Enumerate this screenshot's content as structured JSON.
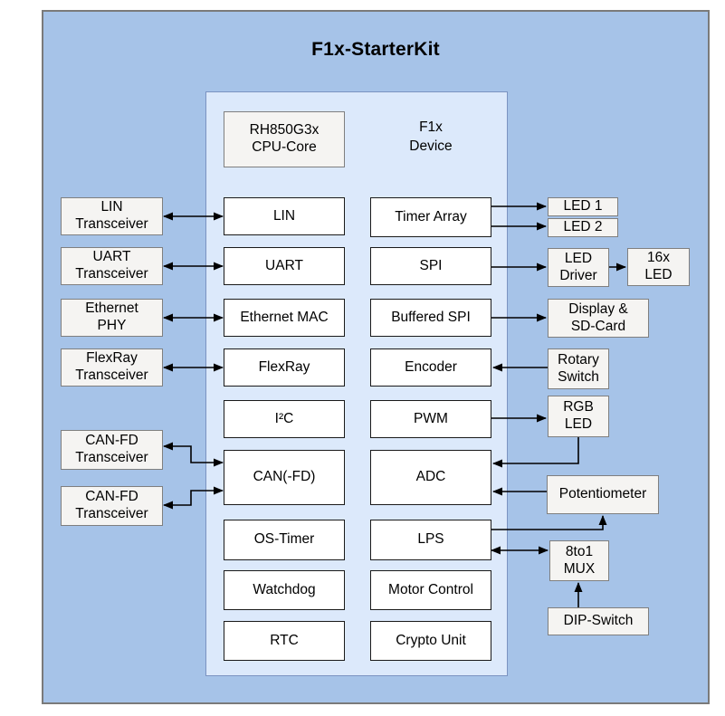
{
  "diagram": {
    "title": "F1x-StarterKit",
    "cpu_header": "RH850G3x\nCPU-Core",
    "device_header": "F1x\nDevice"
  },
  "colors": {
    "board-fill": "#a6c3e8",
    "board-border": "#7a7a7a",
    "panel-fill": "#dce9fb",
    "panel-border": "#7b93c1",
    "module-fill": "#ffffff",
    "module-border": "#1a1a1a",
    "peripheral-fill": "#f5f4f2",
    "peripheral-border": "#7f7f7f",
    "arrow-color": "#000000"
  },
  "cpu_modules": [
    {
      "label": "LIN"
    },
    {
      "label": "UART"
    },
    {
      "label": "Ethernet MAC"
    },
    {
      "label": "FlexRay"
    },
    {
      "label": "I²C"
    },
    {
      "label": "CAN(-FD)"
    },
    {
      "label": "OS-Timer"
    },
    {
      "label": "Watchdog"
    },
    {
      "label": "RTC"
    }
  ],
  "device_modules": [
    {
      "label": "Timer Array"
    },
    {
      "label": "SPI"
    },
    {
      "label": "Buffered SPI"
    },
    {
      "label": "Encoder"
    },
    {
      "label": "PWM"
    },
    {
      "label": "ADC"
    },
    {
      "label": "LPS"
    },
    {
      "label": "Motor Control"
    },
    {
      "label": "Crypto Unit"
    }
  ],
  "left_peripherals": [
    {
      "label": "LIN\nTransceiver"
    },
    {
      "label": "UART\nTransceiver"
    },
    {
      "label": "Ethernet\nPHY"
    },
    {
      "label": "FlexRay\nTransceiver"
    },
    {
      "label": "CAN-FD\nTransceiver"
    },
    {
      "label": "CAN-FD\nTransceiver"
    }
  ],
  "right_peripherals": [
    {
      "label": "LED 1"
    },
    {
      "label": "LED 2"
    },
    {
      "label": "LED\nDriver"
    },
    {
      "label": "16x\nLED"
    },
    {
      "label": "Display &\nSD-Card"
    },
    {
      "label": "Rotary\nSwitch"
    },
    {
      "label": "RGB\nLED"
    },
    {
      "label": "Potentiometer"
    },
    {
      "label": "8to1\nMUX"
    },
    {
      "label": "DIP-Switch"
    }
  ]
}
